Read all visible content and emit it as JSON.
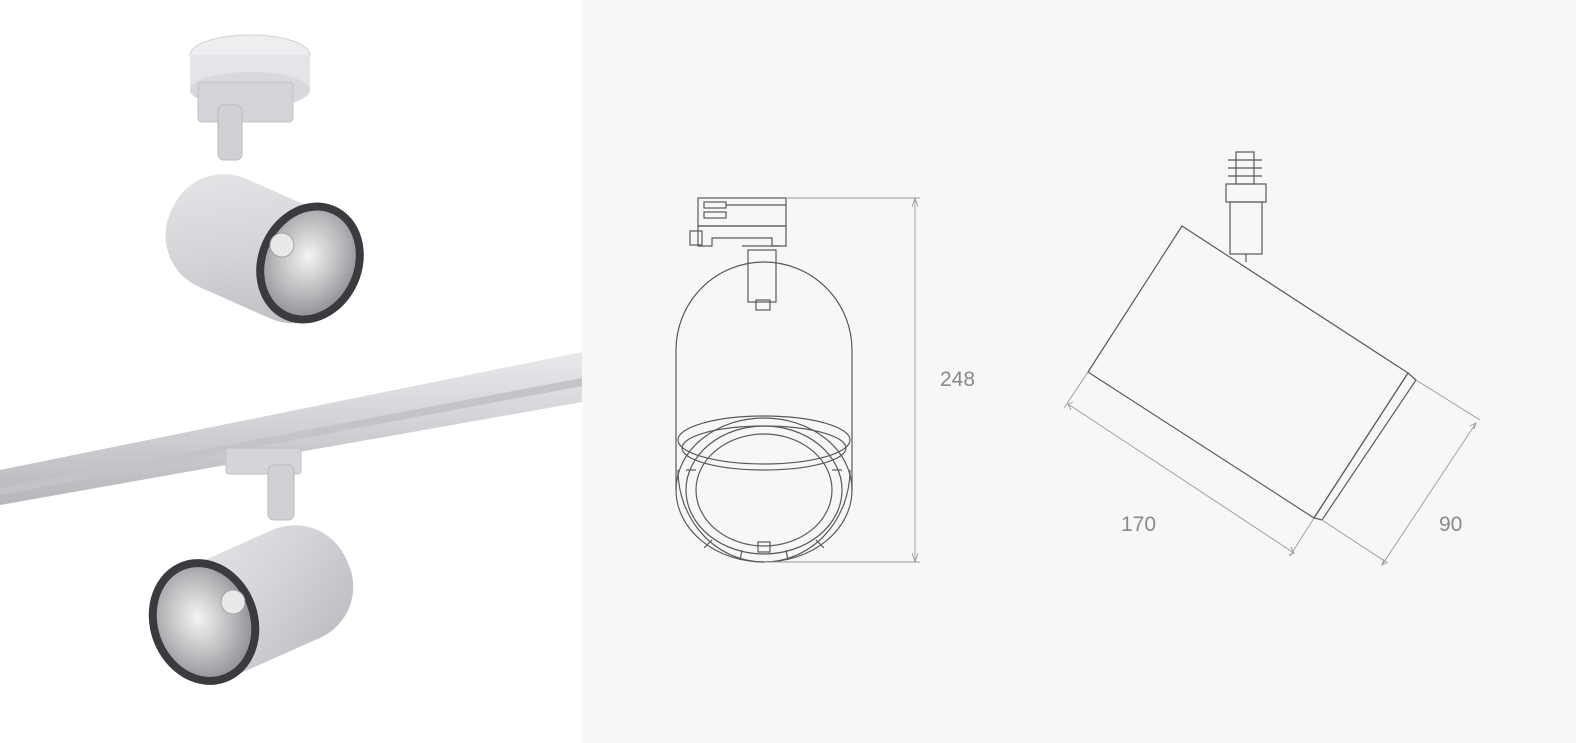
{
  "dimensions": {
    "height": "248",
    "length": "170",
    "diameter": "90"
  },
  "colors": {
    "photo_background": "#ffffff",
    "drawing_background": "#f7f7f7",
    "line_drawing": "#5a5a5a",
    "dimension_line": "#9a9a9a",
    "dimension_text": "#8a8a8a",
    "fixture_body": "#d6d7d9"
  }
}
